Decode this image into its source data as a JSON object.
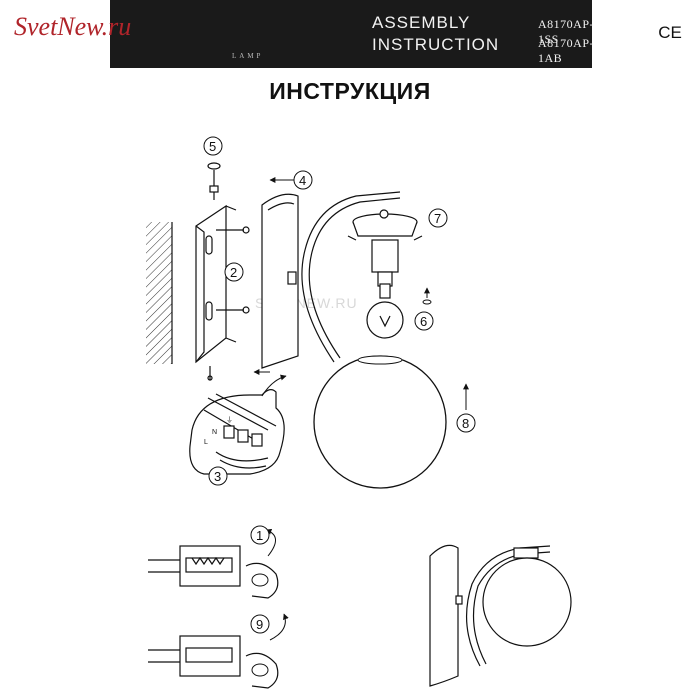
{
  "header": {
    "logo": "SvetNew.ru",
    "logo_sub": "LAMP",
    "title_line1": "ASSEMBLY",
    "title_line2": "INSTRUCTION",
    "models": [
      "A8170AP-1SS",
      "A8170AP-1AB"
    ],
    "ce_mark": "CE"
  },
  "document_title": "ИНСТРУКЦИЯ",
  "watermark": "SVETNEW.RU",
  "callouts": {
    "c1": "1",
    "c2": "2",
    "c3": "3",
    "c4": "4",
    "c5": "5",
    "c6": "6",
    "c7": "7",
    "c8": "8",
    "c9": "9"
  },
  "terminals": {
    "neutral": "N",
    "live": "L",
    "earth": "⏚"
  },
  "icons": [
    "ce-mark-icon",
    "screw-icon",
    "lamp-bulb-icon",
    "hand-icon",
    "rotate-arrow-icon"
  ],
  "colors": {
    "header_bg": "#1a1a1a",
    "logo_red": "#b0242a",
    "line": "#111111"
  }
}
